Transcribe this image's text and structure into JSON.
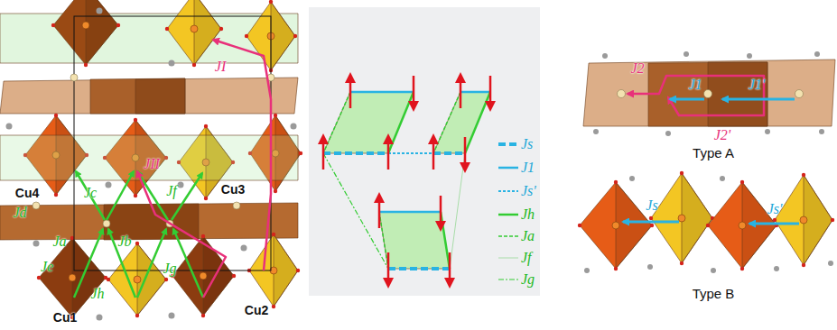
{
  "diagram": {
    "labels": [
      "JI",
      "JII",
      "Jd",
      "Jc",
      "Jf",
      "Ja",
      "Jb",
      "Je",
      "Jh",
      "Jg",
      "Cu4",
      "Cu3",
      "Cu1",
      "Cu2",
      "J2",
      "J1",
      "J1'",
      "J2'",
      "Type A",
      "Js",
      "Js'",
      "Type B"
    ],
    "legend": [
      {
        "text": "Js"
      },
      {
        "text": "J1"
      },
      {
        "text": "Js'"
      },
      {
        "text": "Jh"
      },
      {
        "text": "Ja"
      },
      {
        "text": "Jf"
      },
      {
        "text": "Jg"
      }
    ]
  }
}
